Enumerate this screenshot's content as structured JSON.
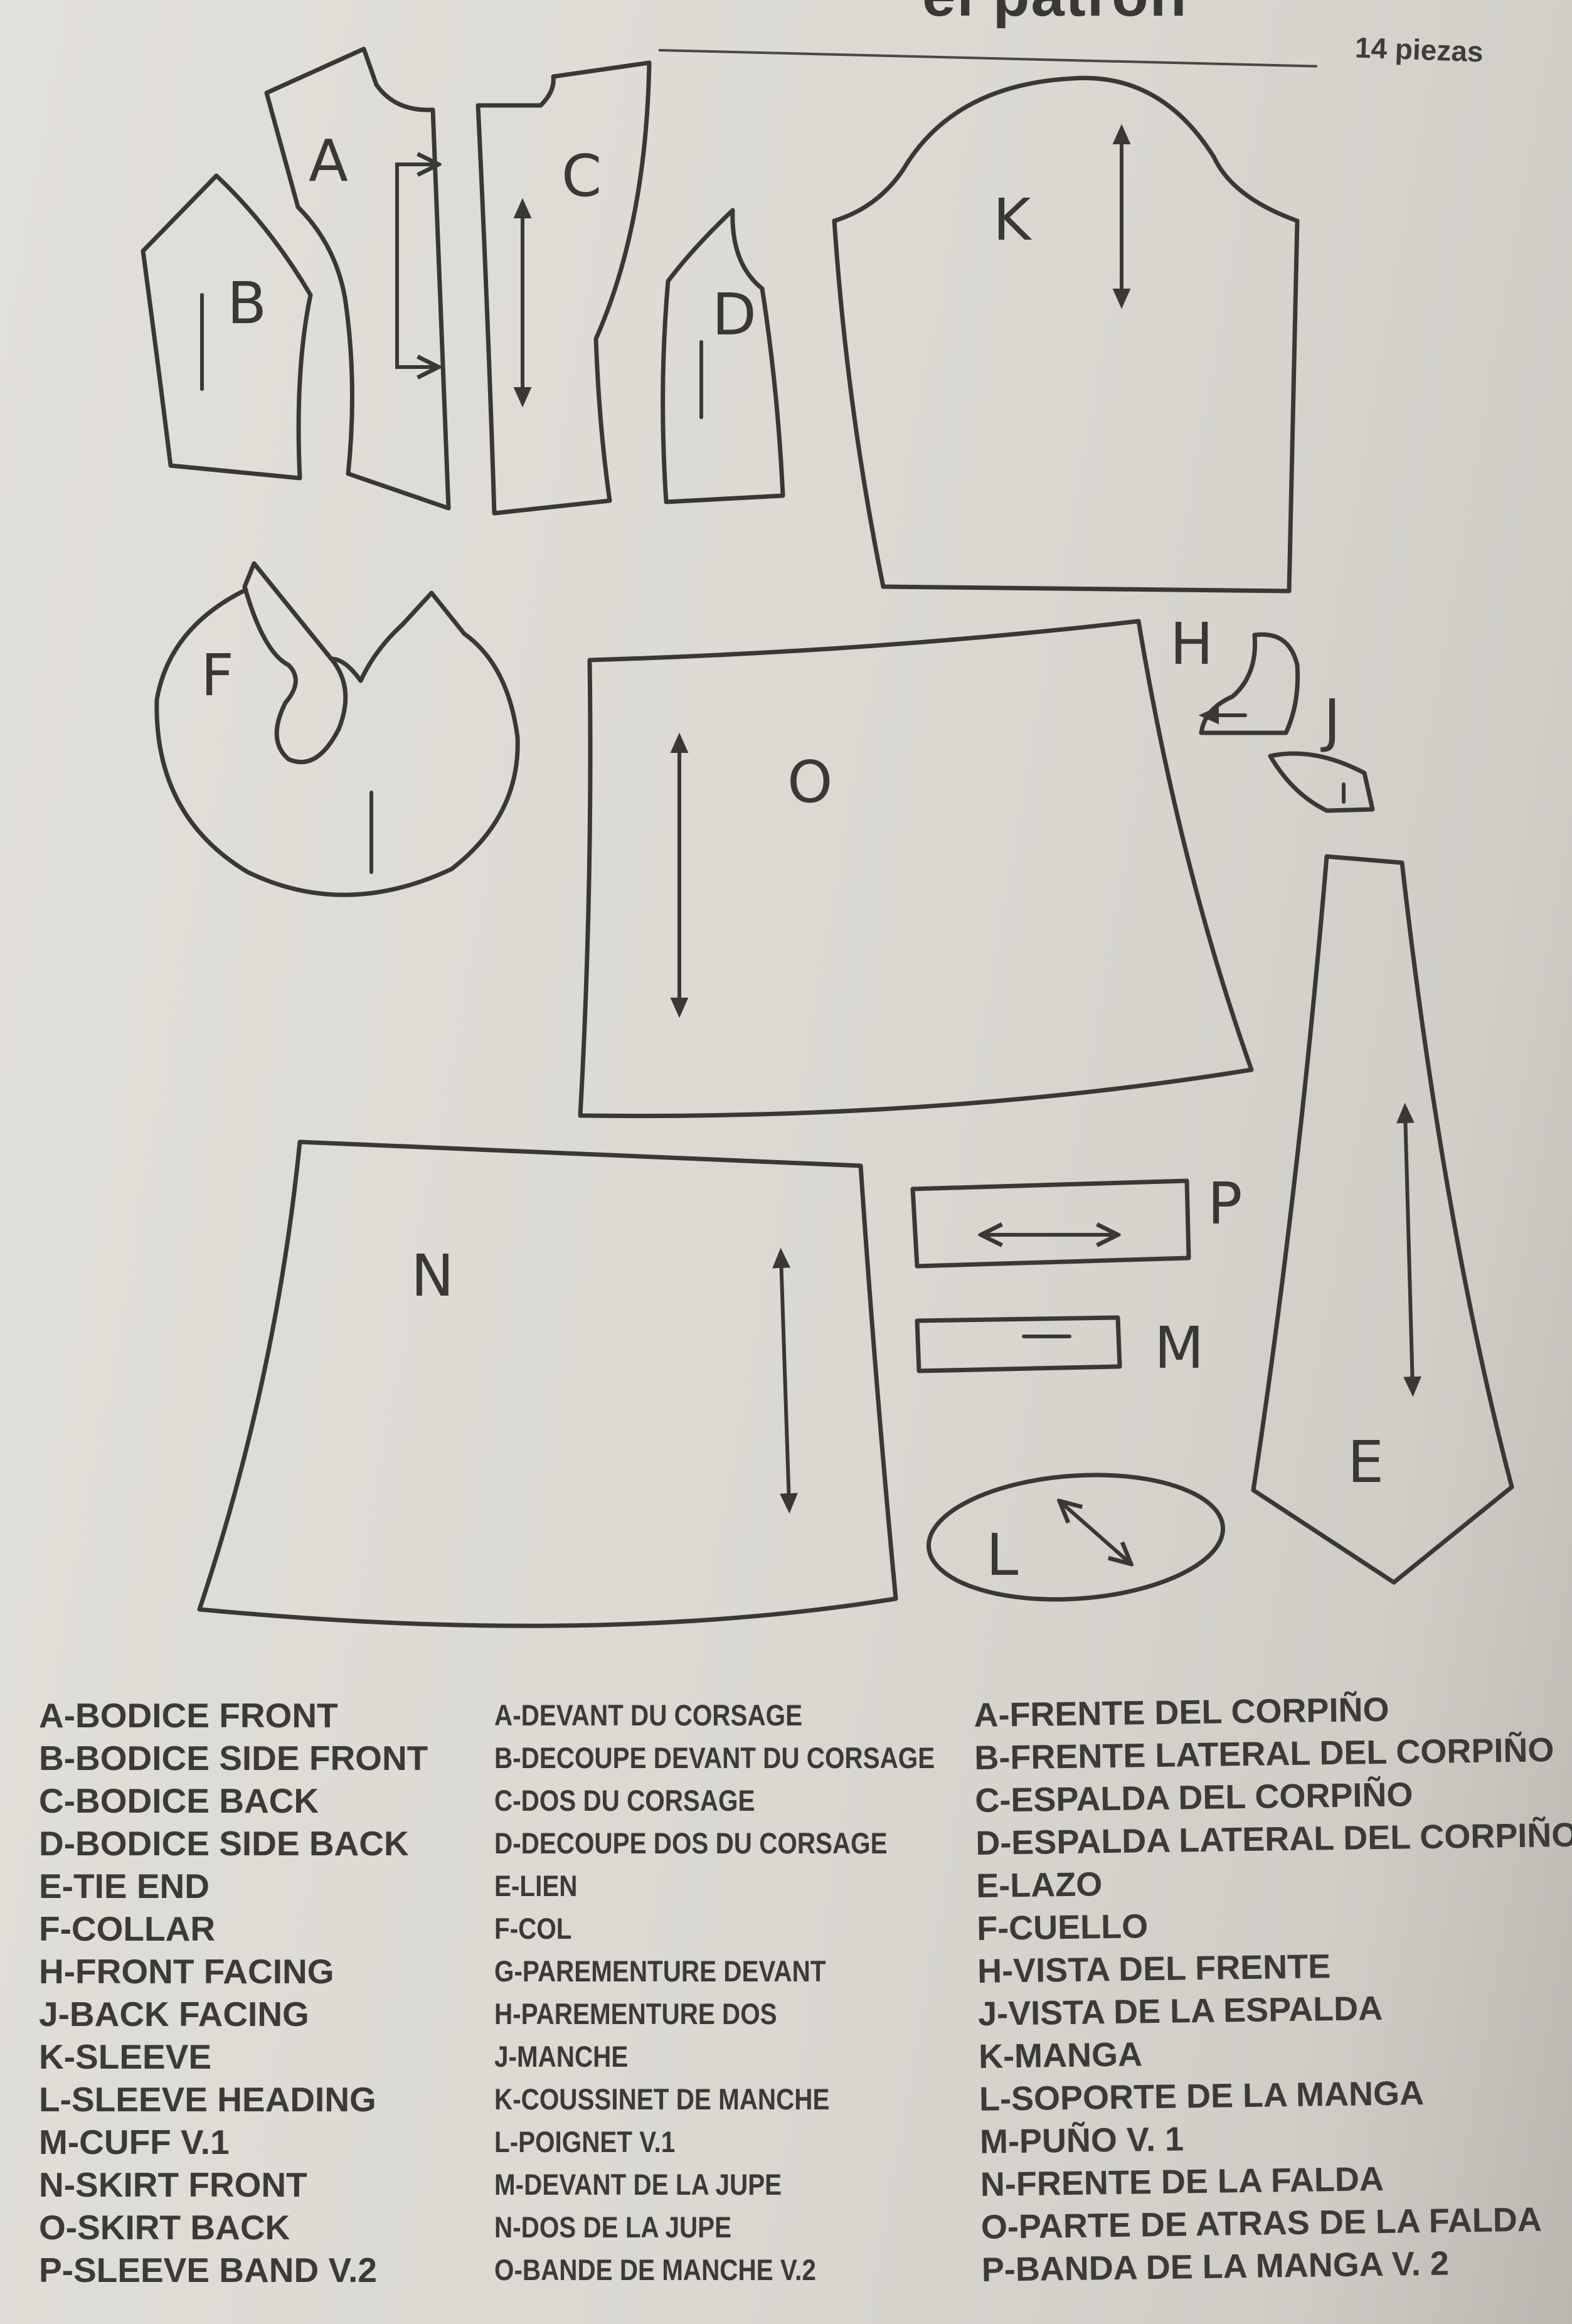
{
  "header": {
    "title": "el patron",
    "piece_count": "14 piezas"
  },
  "pieces": {
    "A": "A",
    "B": "B",
    "C": "C",
    "D": "D",
    "E": "E",
    "F": "F",
    "H": "H",
    "J": "J",
    "K": "K",
    "L": "L",
    "M": "M",
    "N": "N",
    "O": "O",
    "P": "P"
  },
  "legend": {
    "english": [
      "A-BODICE FRONT",
      "B-BODICE SIDE FRONT",
      "C-BODICE BACK",
      "D-BODICE SIDE BACK",
      "E-TIE END",
      "F-COLLAR",
      "H-FRONT FACING",
      "J-BACK FACING",
      "K-SLEEVE",
      "L-SLEEVE HEADING",
      "M-CUFF V.1",
      "N-SKIRT FRONT",
      "O-SKIRT BACK",
      "P-SLEEVE BAND V.2"
    ],
    "french": [
      "A-DEVANT DU CORSAGE",
      "B-DECOUPE DEVANT DU CORSAGE",
      "C-DOS DU CORSAGE",
      "D-DECOUPE DOS DU CORSAGE",
      "E-LIEN",
      "F-COL",
      "G-PAREMENTURE DEVANT",
      "H-PAREMENTURE DOS",
      "J-MANCHE",
      "K-COUSSINET DE MANCHE",
      "L-POIGNET V.1",
      "M-DEVANT DE LA JUPE",
      "N-DOS DE LA JUPE",
      "O-BANDE DE MANCHE V.2"
    ],
    "spanish": [
      "A-FRENTE DEL CORPIÑO",
      "B-FRENTE LATERAL DEL CORPIÑO",
      "C-ESPALDA DEL CORPIÑO",
      "D-ESPALDA LATERAL DEL CORPIÑO",
      "E-LAZO",
      "F-CUELLO",
      "H-VISTA DEL FRENTE",
      "J-VISTA DE LA ESPALDA",
      "K-MANGA",
      "L-SOPORTE DE LA MANGA",
      "M-PUÑO V. 1",
      "N-FRENTE DE LA FALDA",
      "O-PARTE DE ATRAS DE LA FALDA",
      "P-BANDA DE LA MANGA V. 2"
    ]
  },
  "colors": {
    "paper": "#dcdad3",
    "ink": "#3a3836"
  }
}
